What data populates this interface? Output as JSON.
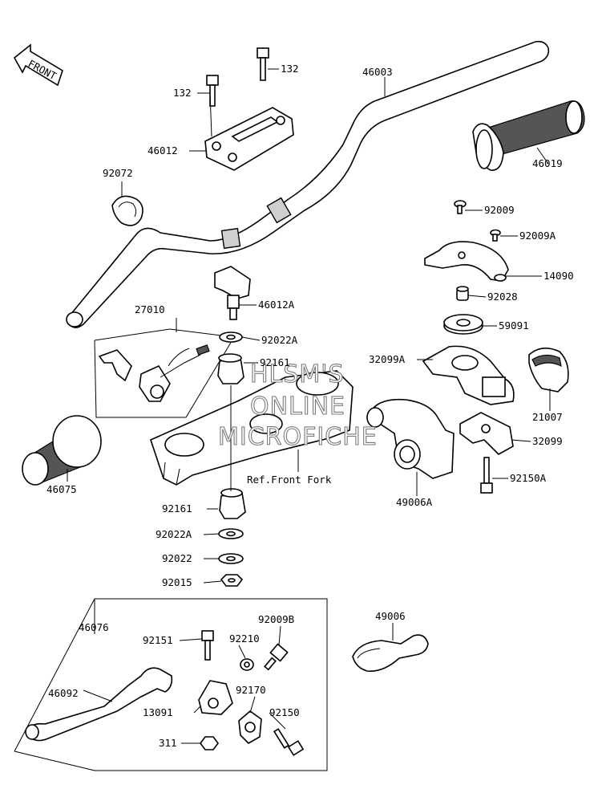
{
  "diagram": {
    "front_arrow": "FRONT",
    "ref_note": "Ref.Front Fork",
    "watermark": [
      "HLSM'S",
      "ONLINE",
      "MICROFICHE"
    ],
    "parts": [
      {
        "id": "p46003",
        "number": "46003"
      },
      {
        "id": "p132a",
        "number": "132"
      },
      {
        "id": "p132b",
        "number": "132"
      },
      {
        "id": "p46012",
        "number": "46012"
      },
      {
        "id": "p92072",
        "number": "92072"
      },
      {
        "id": "p46019",
        "number": "46019"
      },
      {
        "id": "p92009",
        "number": "92009"
      },
      {
        "id": "p92009A",
        "number": "92009A"
      },
      {
        "id": "p14090",
        "number": "14090"
      },
      {
        "id": "p92028",
        "number": "92028"
      },
      {
        "id": "p59091",
        "number": "59091"
      },
      {
        "id": "p32099A",
        "number": "32099A"
      },
      {
        "id": "p21007",
        "number": "21007"
      },
      {
        "id": "p32099",
        "number": "32099"
      },
      {
        "id": "p92150A",
        "number": "92150A"
      },
      {
        "id": "p49006A",
        "number": "49006A"
      },
      {
        "id": "p27010",
        "number": "27010"
      },
      {
        "id": "p46012A",
        "number": "46012A"
      },
      {
        "id": "p92022A_top",
        "number": "92022A"
      },
      {
        "id": "p92161_top",
        "number": "92161"
      },
      {
        "id": "p46075",
        "number": "46075"
      },
      {
        "id": "p92161_bot",
        "number": "92161"
      },
      {
        "id": "p92022A_bot",
        "number": "92022A"
      },
      {
        "id": "p92022",
        "number": "92022"
      },
      {
        "id": "p92015",
        "number": "92015"
      },
      {
        "id": "p46076",
        "number": "46076"
      },
      {
        "id": "p92151",
        "number": "92151"
      },
      {
        "id": "p92210",
        "number": "92210"
      },
      {
        "id": "p92009B",
        "number": "92009B"
      },
      {
        "id": "p46092",
        "number": "46092"
      },
      {
        "id": "p92170",
        "number": "92170"
      },
      {
        "id": "p13091",
        "number": "13091"
      },
      {
        "id": "p92150",
        "number": "92150"
      },
      {
        "id": "p311",
        "number": "311"
      },
      {
        "id": "p49006",
        "number": "49006"
      }
    ]
  }
}
